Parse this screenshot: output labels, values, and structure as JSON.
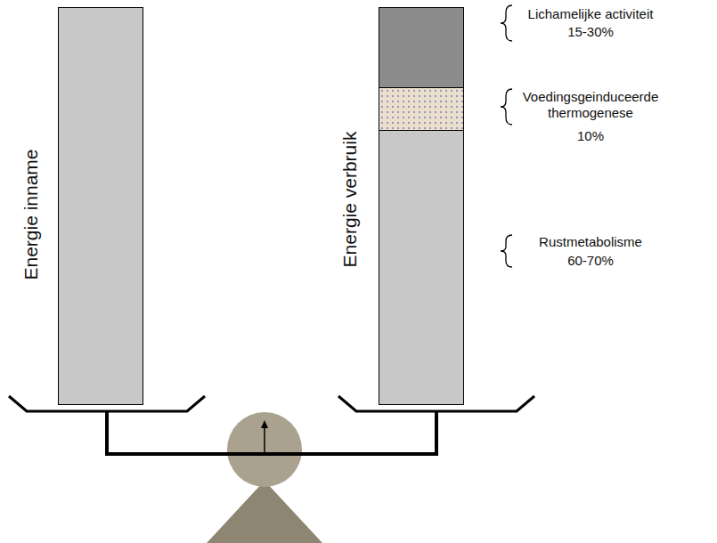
{
  "diagram": {
    "nodes": [
      {
        "text": [
          "Energie inname"
        ]
      },
      {
        "text": [
          "Energie verbruik"
        ]
      }
    ],
    "labels": [
      "Lichamelijke activiteit",
      "15-30%",
      "Voedingsgeinduceerde thermogenese",
      "10%",
      "Rustmetabolisme",
      "60-70%"
    ]
  }
}
